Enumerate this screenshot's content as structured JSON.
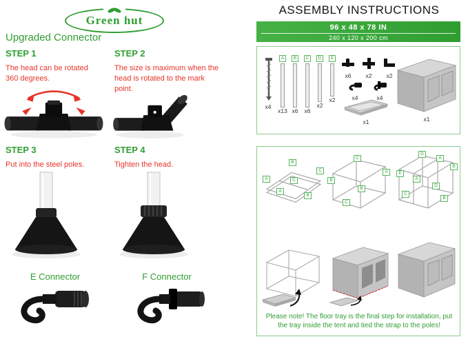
{
  "logo": {
    "text": "Green hut"
  },
  "left": {
    "heading": "Upgraded Connector",
    "steps": [
      {
        "label": "STEP 1",
        "text": "The head can be rotated 360 degrees."
      },
      {
        "label": "STEP 2",
        "text": "The size is maximum when the head is rotated to the mark point."
      },
      {
        "label": "STEP 3",
        "text": "Put into the steel poles."
      },
      {
        "label": "STEP 4",
        "text": "Tighten the head."
      }
    ],
    "connector_e": "E Connector",
    "connector_f": "F Connector"
  },
  "right": {
    "title": "ASSEMBLY INSTRUCTIONS",
    "banner": {
      "size_in": "96 x 48 x 78 IN",
      "size_cm": "240 x 120 x 200 cm"
    },
    "parts": {
      "screw_qty": "x4",
      "poles": [
        {
          "label": "A",
          "qty": "x13"
        },
        {
          "label": "B",
          "qty": "x6"
        },
        {
          "label": "C",
          "qty": "x6"
        },
        {
          "label": "D",
          "qty": "x2"
        },
        {
          "label": "E",
          "qty": "x2"
        }
      ],
      "fittings_row1": [
        {
          "qty": "x6"
        },
        {
          "qty": "x2"
        },
        {
          "qty": "x2"
        }
      ],
      "fittings_row2": [
        {
          "qty": "x4"
        },
        {
          "qty": "x4"
        }
      ],
      "tray_qty": "x1",
      "cover_qty": "x1"
    },
    "frames": [
      {
        "labels": [
          "B",
          "A",
          "C",
          "A",
          "B",
          "C"
        ]
      },
      {
        "labels": [
          "C",
          "B",
          "A",
          "B",
          "C"
        ]
      },
      {
        "labels": [
          "D",
          "A",
          "E",
          "B",
          "A",
          "D",
          "C",
          "B"
        ]
      }
    ],
    "note": "Please note! The floor tray is the final step for installation, put the tray inside the tent and tied the strap to the poles!"
  },
  "colors": {
    "accent_green": "#2f9e31",
    "step_text_red": "#e63428",
    "banner_green": "#3aa335"
  }
}
